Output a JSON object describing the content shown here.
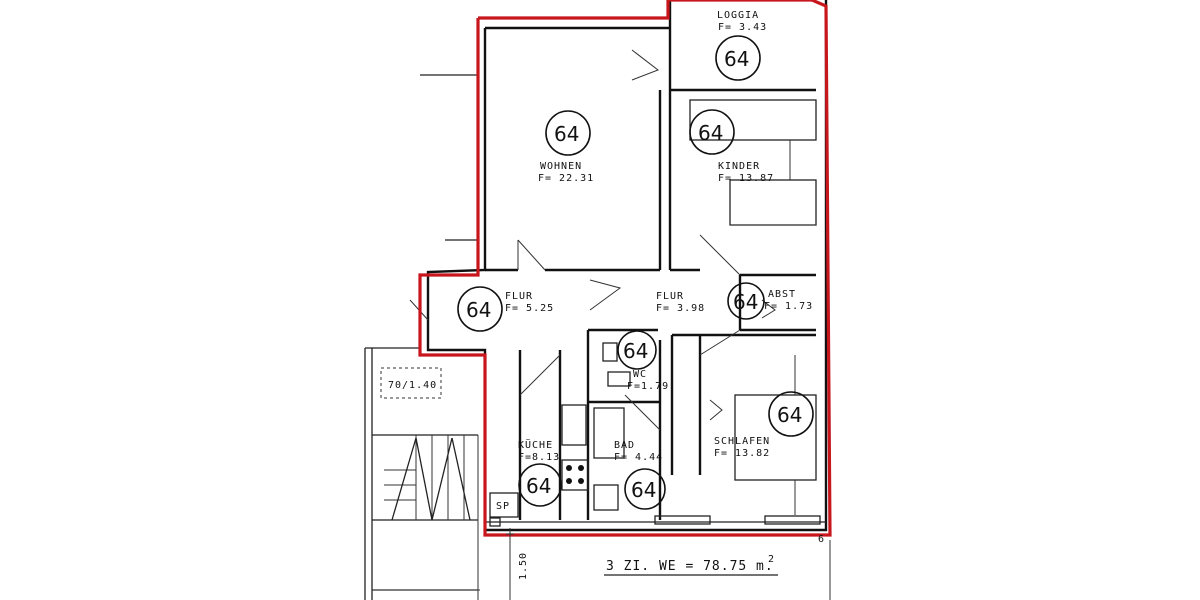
{
  "rooms": [
    {
      "name": "LOGGIA",
      "area": "F= 3.43",
      "unit": "64"
    },
    {
      "name": "WOHNEN",
      "area": "F= 22.31",
      "unit": "64"
    },
    {
      "name": "KINDER",
      "area": "F= 13.87",
      "unit": "64"
    },
    {
      "name": "FLUR",
      "area": "F= 5.25",
      "unit": "64"
    },
    {
      "name": "FLUR",
      "area": "F= 3.98",
      "unit": ""
    },
    {
      "name": "ABST",
      "area": "F= 1.73",
      "unit": "64"
    },
    {
      "name": "WC",
      "area": "F=1.79",
      "unit": "64"
    },
    {
      "name": "KÜCHE",
      "area": "F=8.13",
      "unit": "64"
    },
    {
      "name": "BAD",
      "area": "F= 4.44",
      "unit": "64"
    },
    {
      "name": "SCHLAFEN",
      "area": "F= 13.82",
      "unit": "64"
    }
  ],
  "labels": {
    "staircase_tag": "70/1.40",
    "sp_tag": "SP",
    "dimension": "1.50",
    "corner_mark": "6",
    "summary": "3 ZI. WE = 78.75 m.",
    "summary_sup": "2"
  },
  "colors": {
    "outline": "#c8161d",
    "lines": "#111111"
  }
}
